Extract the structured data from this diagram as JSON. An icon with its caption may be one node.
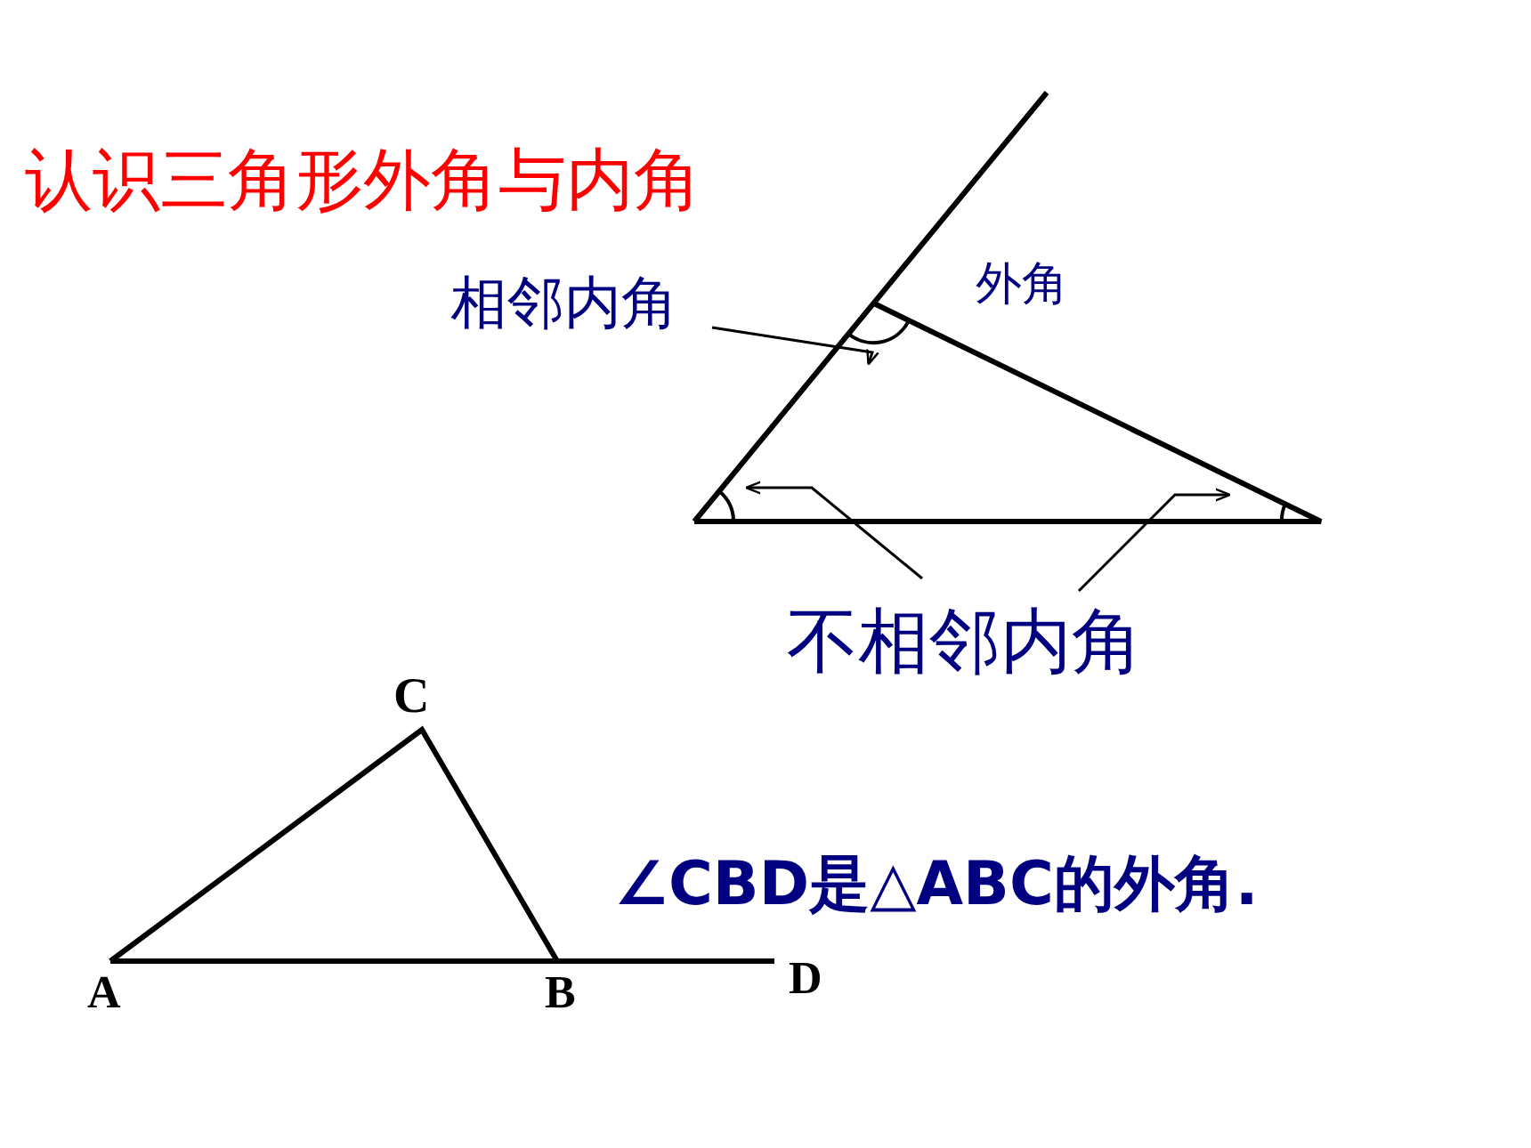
{
  "diagram": {
    "title": "认识三角形外角与内角",
    "nodes": [
      {
        "text": [
          "相邻内角"
        ]
      },
      {
        "text": [],
        "shape": "arc"
      },
      {
        "text": [
          "不相邻内角"
        ]
      },
      {
        "text": [],
        "shape": "arc"
      },
      {
        "text": [],
        "shape": "arc"
      }
    ],
    "edges": [
      {
        "from": 0,
        "to": 1,
        "arrow": "to"
      },
      {
        "from": 2,
        "to": 3,
        "arrow": "to"
      },
      {
        "from": 2,
        "to": 4,
        "arrow": "to"
      }
    ],
    "labels": [
      "外角",
      "C",
      "∠CBD是△ABC的外角.",
      "A",
      "B",
      "D"
    ]
  }
}
